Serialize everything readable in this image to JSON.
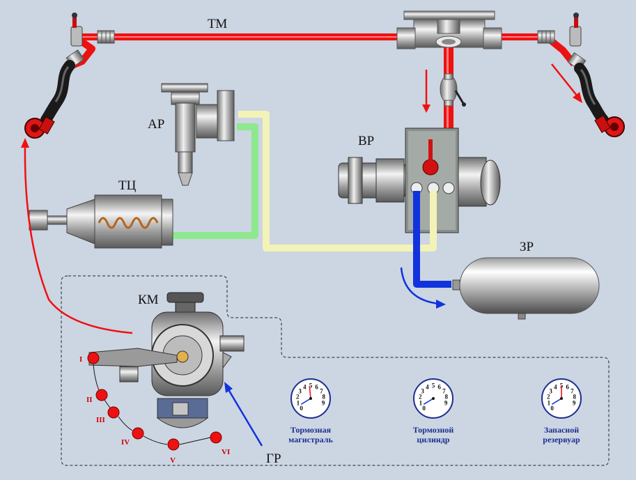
{
  "labels": {
    "tm": "ТМ",
    "ar": "АР",
    "tc": "ТЦ",
    "vr": "ВР",
    "zr": "ЗР",
    "km": "КМ",
    "gr": "ГР"
  },
  "positions": [
    "I",
    "II",
    "III",
    "IV",
    "V",
    "VI"
  ],
  "gauges": [
    {
      "caption_line1": "Тормозная",
      "caption_line2": "магистраль",
      "dial": [
        "1",
        "2",
        "3",
        "4",
        "5",
        "6",
        "7",
        "8",
        "9",
        "0"
      ],
      "needle_red": 4.8,
      "needle_blue": 0.5
    },
    {
      "caption_line1": "Тормозной",
      "caption_line2": "цилиндр",
      "dial": [
        "1",
        "2",
        "3",
        "4",
        "5",
        "6",
        "7",
        "8",
        "9",
        "0"
      ],
      "needle_red": null,
      "needle_blue": 0.5
    },
    {
      "caption_line1": "Запасной",
      "caption_line2": "резервуар",
      "dial": [
        "1",
        "2",
        "3",
        "4",
        "5",
        "6",
        "7",
        "8",
        "9",
        "0"
      ],
      "needle_red": 5.0,
      "needle_blue": 0.5
    }
  ],
  "colors": {
    "background": "#ccd5e2",
    "brake_line": "#ee1111",
    "reservoir_line": "#1133dd",
    "cylinder_line": "#8ee88e",
    "aux_line": "#f3f3b8",
    "label": "#111111",
    "gauge_caption": "#1b2f8f",
    "position_label": "#d00000"
  }
}
